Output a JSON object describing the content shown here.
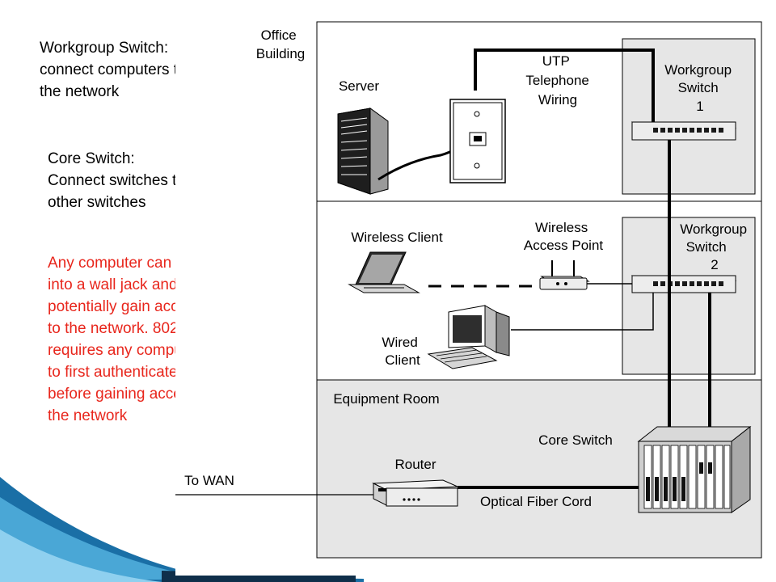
{
  "notes": {
    "workgroup_switch": "Workgroup Switch:\nconnect computers to\nthe network",
    "core_switch": "Core Switch:\nConnect switches to\nother switches",
    "warning": "Any computer can plug\ninto a wall jack and\npotentially gain access\nto the network.  802.1x\nrequires any computer\nto first authenticate\nbefore gaining access to\nthe network"
  },
  "diagram": {
    "office_building": [
      "Office",
      "Building"
    ],
    "server": "Server",
    "utp_wiring": [
      "UTP",
      "Telephone",
      "Wiring"
    ],
    "workgroup_switch_1": [
      "Workgroup",
      "Switch",
      "1"
    ],
    "wireless_client": "Wireless Client",
    "wireless_access_point": [
      "Wireless",
      "Access Point"
    ],
    "workgroup_switch_2": [
      "Workgroup",
      "Switch",
      "2"
    ],
    "wired_client": [
      "Wired",
      "Client"
    ],
    "equipment_room": "Equipment Room",
    "core_switch": "Core Switch",
    "router": "Router",
    "to_wan": "To WAN",
    "optical_fiber_cord": "Optical Fiber Cord"
  },
  "colors": {
    "note_red": "#e8261c",
    "floor_gray": "#e6e6e6",
    "switch_gray": "#ededed",
    "deco_blue": "#1a6fa6"
  }
}
